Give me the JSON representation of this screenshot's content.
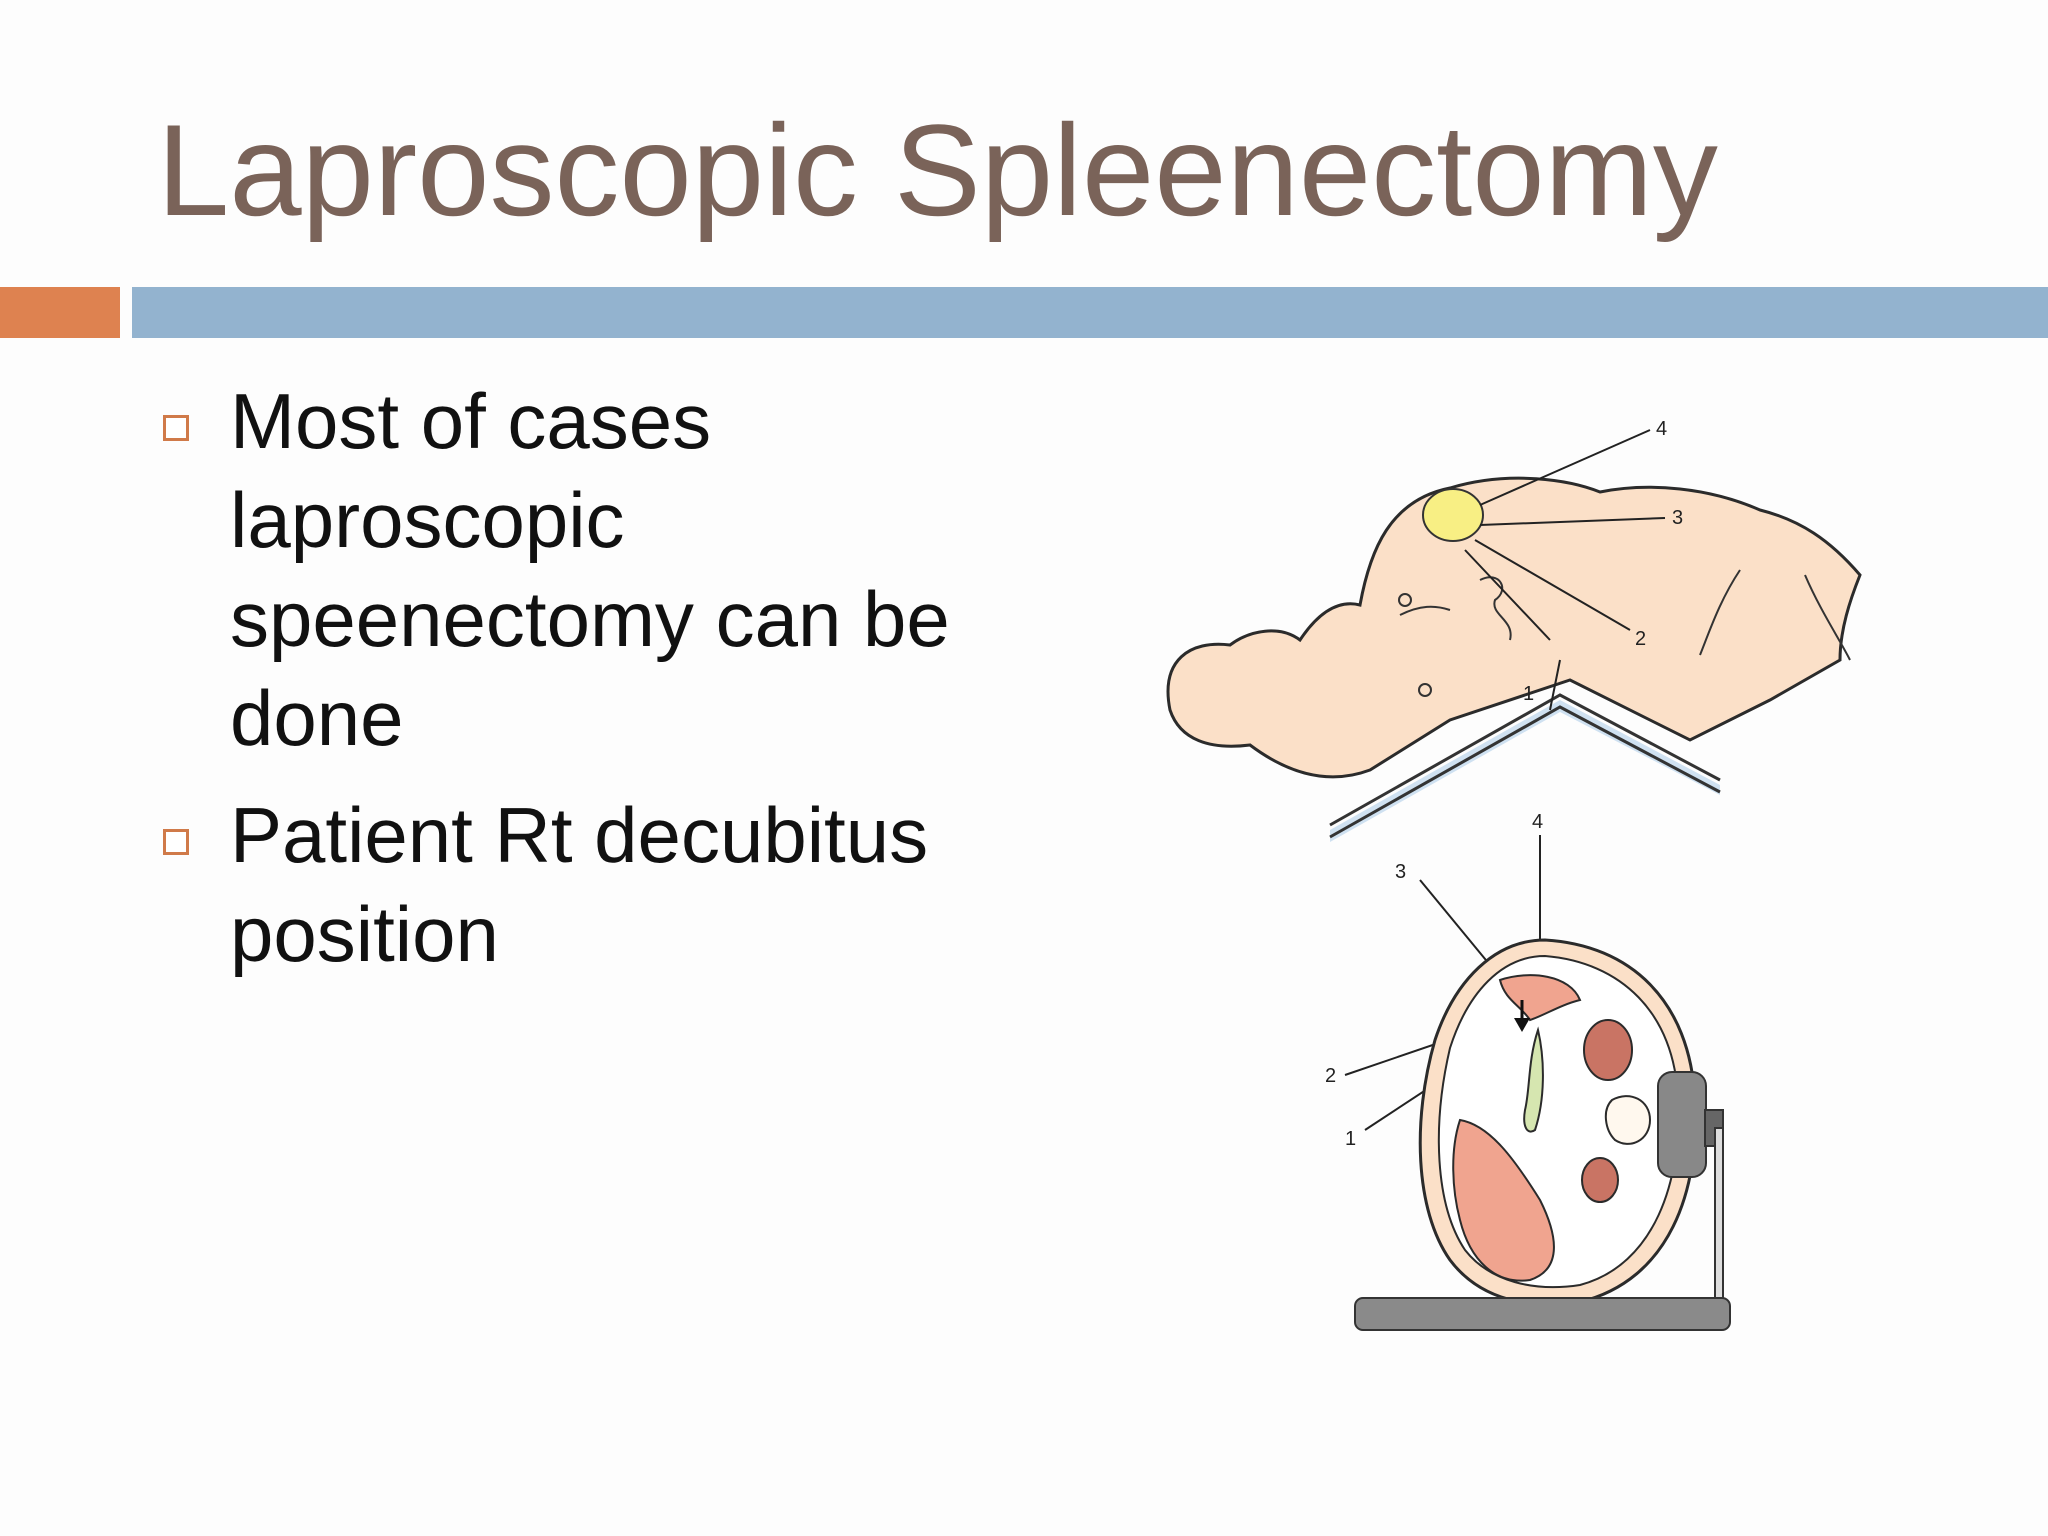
{
  "slide": {
    "title": "Laproscopic Spleenectomy",
    "bullets": [
      {
        "text": "Most of cases laproscopic speenectomy can be done"
      },
      {
        "text": "Patient Rt decubitus position"
      }
    ]
  },
  "illustration": {
    "top_labels": [
      "1",
      "2",
      "3",
      "4"
    ],
    "bottom_labels": [
      "1",
      "2",
      "3",
      "4"
    ]
  },
  "colors": {
    "title": "#7a6359",
    "accent_orange": "#de8250",
    "accent_blue": "#93b3cf",
    "skin": "#fbe0c8",
    "organ": "#f0a48f",
    "port": "#f8ef84"
  }
}
